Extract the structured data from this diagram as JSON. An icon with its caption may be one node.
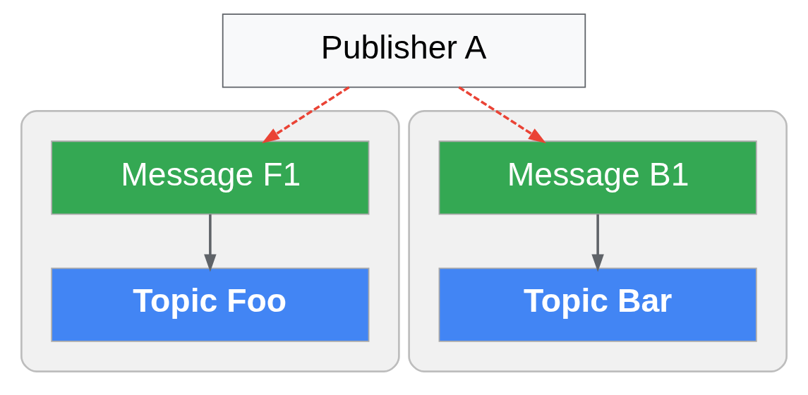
{
  "diagram": {
    "nodes": [
      {
        "text": [
          "Publisher A"
        ]
      },
      {
        "text": [],
        "shape": "box"
      },
      {
        "text": [
          "Message F1"
        ],
        "in": 1
      },
      {
        "text": [
          "Topic Foo"
        ],
        "in": 1
      },
      {
        "text": [],
        "shape": "box"
      },
      {
        "text": [
          "Message B1"
        ],
        "in": 4
      },
      {
        "text": [
          "Topic Bar"
        ],
        "in": 4
      }
    ],
    "edges": [
      {
        "from": 0,
        "to": 2,
        "arrow": "to",
        "style": "dashed",
        "color": "#ea4335"
      },
      {
        "from": 0,
        "to": 5,
        "arrow": "to",
        "style": "dashed",
        "color": "#ea4335"
      },
      {
        "from": 2,
        "to": 3,
        "arrow": "to",
        "color": "#5f6368"
      },
      {
        "from": 5,
        "to": 6,
        "arrow": "to",
        "color": "#5f6368"
      }
    ]
  }
}
